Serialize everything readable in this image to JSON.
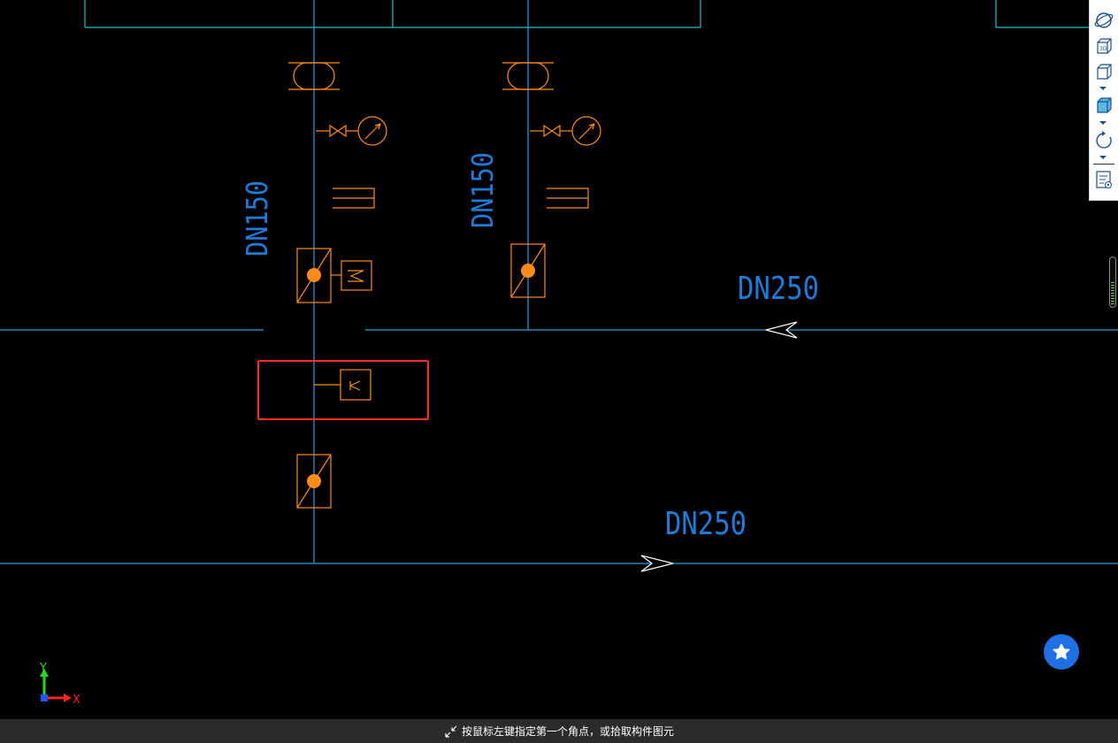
{
  "drawing": {
    "pipe_labels": [
      "DN150",
      "DN150",
      "DN250",
      "DN250"
    ],
    "colors": {
      "pipe": "#2aa3d9",
      "frame": "#1fc7c7",
      "component": "#ff8c1a",
      "text": "#1e7bd8",
      "selection": "#ff2a2a",
      "arrow": "#ffffff"
    }
  },
  "axes": {
    "x_label": "X",
    "y_label": "Y"
  },
  "toolbar": {
    "icons": [
      "orbit-icon",
      "3d-view-icon",
      "box-view-icon",
      "shaded-box-icon",
      "rotate-icon",
      "layer-properties-icon"
    ]
  },
  "status": {
    "prompt": "按鼠标左键指定第一个角点，或拾取构件图元",
    "icon": "select-window-icon"
  },
  "fab": {
    "icon": "star-icon",
    "color": "#1f6fe5"
  }
}
